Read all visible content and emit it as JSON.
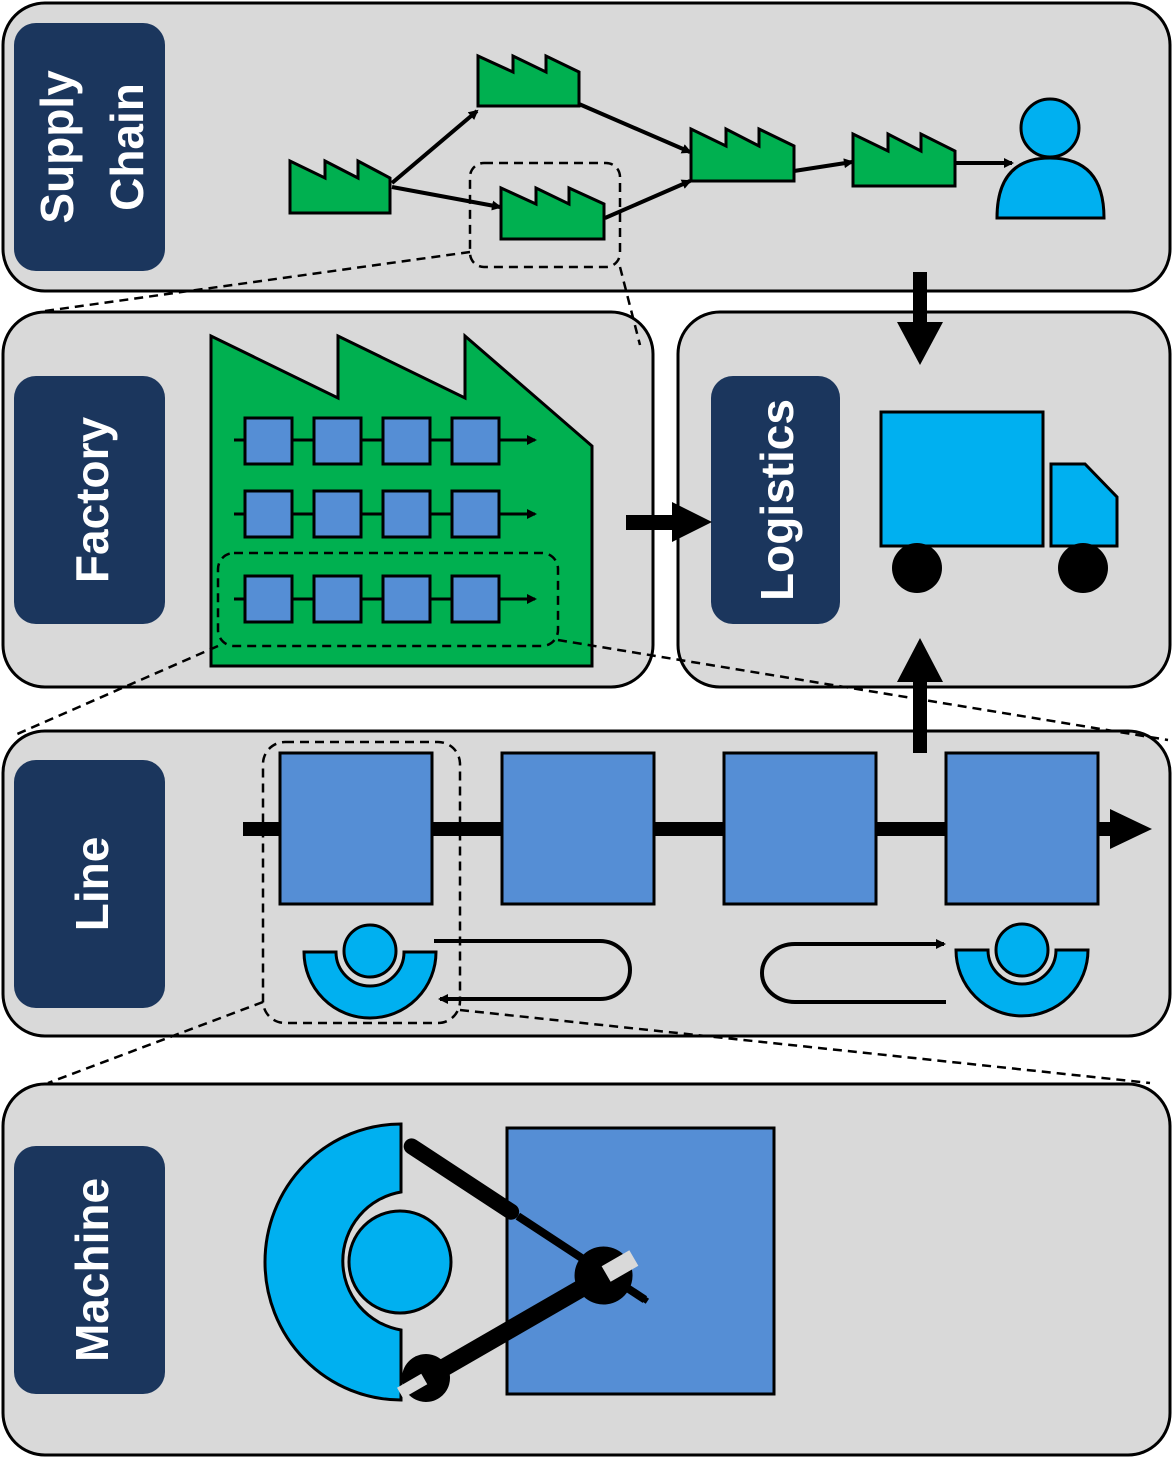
{
  "levels": {
    "supply_chain": {
      "line1": "Supply",
      "line2": "Chain"
    },
    "factory": {
      "label": "Factory"
    },
    "logistics": {
      "label": "Logistics"
    },
    "line": {
      "label": "Line"
    },
    "machine": {
      "label": "Machine"
    }
  },
  "icons": {
    "supply_chain": [
      "factory-icon",
      "factory-icon",
      "factory-icon",
      "factory-icon",
      "factory-icon",
      "customer-icon"
    ],
    "factory": [
      "factory-building-icon",
      "machine-icon"
    ],
    "logistics": [
      "truck-icon"
    ],
    "line": [
      "machine-icon",
      "worker-icon"
    ],
    "machine": [
      "worker-icon",
      "screwdriver-icon",
      "wrench-icon",
      "machine-icon"
    ]
  },
  "colors": {
    "panel": "#d9d9d9",
    "label_bg": "#1b365d",
    "factory_green": "#00b050",
    "machine_blue": "#558ed5",
    "person_blue": "#00b0f0"
  }
}
